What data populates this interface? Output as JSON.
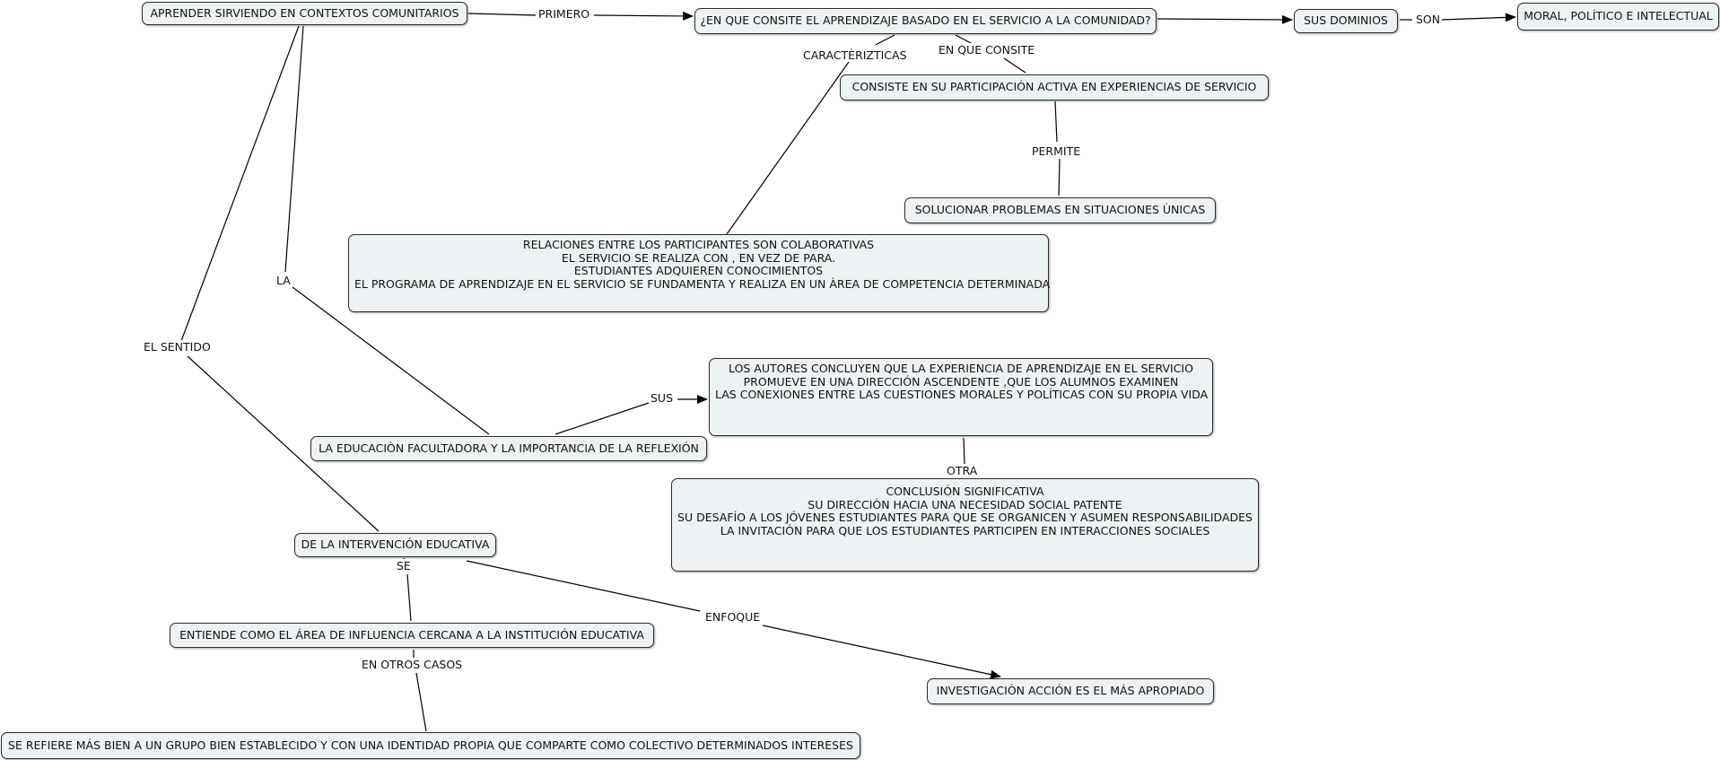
{
  "nodes": {
    "aprender": "APRENDER SIRVIENDO EN CONTEXTOS COMUNITARIOS",
    "pregunta": "¿EN QUE CONSITE EL APRENDIZAJE BASADO EN EL SERVICIO A LA COMUNIDAD?",
    "dominios": "SUS DOMINIOS",
    "moral": "MORAL, POLÍTICO E INTELECTUAL",
    "consiste": "CONSISTE EN SU PARTICIPACIÓN ACTIVA EN EXPERIENCIAS DE SERVICIO",
    "solucionar": "SOLUCIONAR PROBLEMAS EN SITUACIONES ÙNICAS",
    "relaciones": [
      "RELACIONES  ENTRE LOS PARTICIPANTES SON COLABORATIVAS",
      "EL SERVICIO SE REALIZA CON , EN VEZ DE PARA.",
      "ESTUDIANTES ADQUIEREN CONOCIMIENTOS",
      "EL PROGRAMA DE APRENDIZAJE EN EL SERVICIO SE FUNDAMENTA Y REALIZA EN UN ÀREA DE COMPETENCIA DETERMINADA"
    ],
    "autores": [
      "LOS AUTORES CONCLUYEN QUE LA EXPERIENCIA DE APRENDIZAJE EN EL SERVICIO",
      "PROMUEVE EN UNA DIRECCIÓN ASCENDENTE ,QUE LOS ALUMNOS EXAMINEN",
      "LAS CONEXIONES ENTRE LAS CUESTIONES MORALES Y POLÍTICAS CON SU PROPIA VIDA"
    ],
    "educacion": "LA EDUCACIÒN FACULTADORA Y LA IMPORTANCIA DE LA REFLEXIÓN",
    "conclusion": [
      "CONCLUSIÓN SIGNIFICATIVA",
      "SU DIRECCIÒN HACIA UNA NECESIDAD SOCIAL PATENTE",
      "SU DESAFÍO A LOS JÓVENES ESTUDIANTES PARA QUE SE ORGANICEN Y ASUMEN RESPONSABILIDADES",
      "LA INVITACIÓN PARA QUE LOS ESTUDIANTES PARTICIPEN EN INTERACCIONES SOCIALES"
    ],
    "intervencion": "DE LA INTERVENCIÓN EDUCATIVA",
    "entiende": "ENTIENDE COMO EL ÁREA DE INFLUENCIA CERCANA A LA INSTITUCIÓN EDUCATIVA",
    "investigacion": "INVESTIGACIÒN ACCIÓN ES EL MÁS APROPIADO",
    "refiere": "SE REFIERE MÁS BIEN A UN GRUPO  BIEN ESTABLECIDO Y CON UNA IDENTIDAD PROPIA QUE COMPARTE COMO COLECTIVO DETERMINADOS INTERESES"
  },
  "labels": {
    "primero": "PRIMERO",
    "son": "SON",
    "caracteristicas": "CARACTÈRIZTICAS",
    "en_que_consite": "EN QUE CONSITE",
    "permite": "PERMITE",
    "la": "LA",
    "el_sentido": "EL SENTIDO",
    "sus": "SUS",
    "otra": "OTRA",
    "se": "SE",
    "enfoque": "ENFOQUE",
    "en_otros_casos": "EN OTROS CASOS"
  }
}
